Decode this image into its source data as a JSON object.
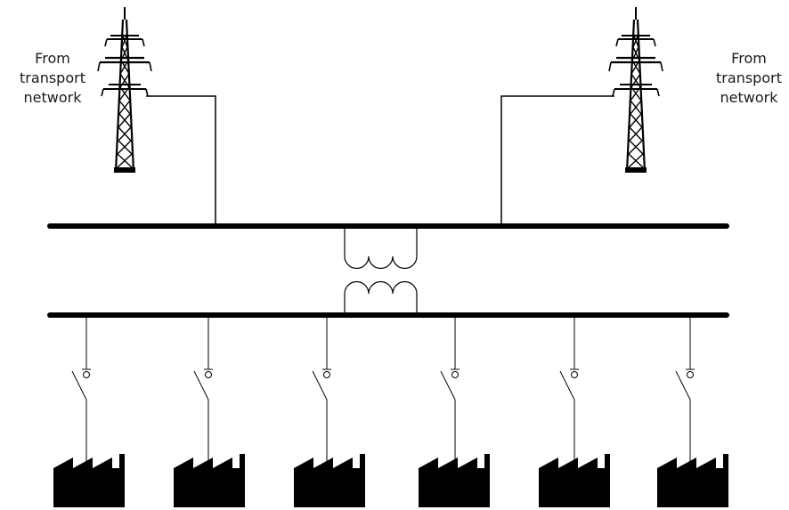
{
  "labels": {
    "left": [
      "From",
      "transport",
      "network"
    ],
    "right": [
      "From",
      "transport",
      "network"
    ]
  },
  "icons": {
    "tower": "transmission-tower-icon",
    "transformer": "transformer-icon",
    "switch": "disconnect-switch-icon",
    "factory": "factory-icon"
  },
  "colors": {
    "line": "#000000",
    "background": "#ffffff"
  }
}
